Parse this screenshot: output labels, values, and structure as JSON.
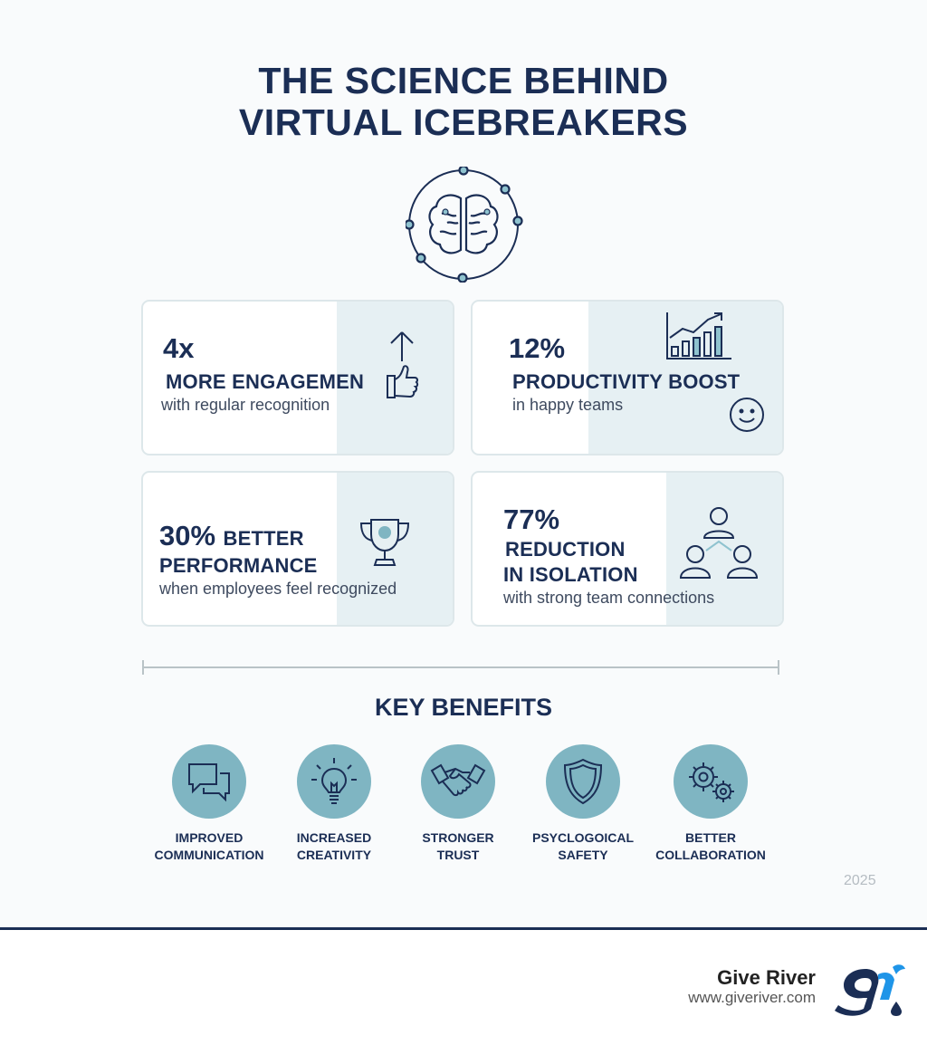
{
  "title": {
    "line1": "THE SCIENCE BEHIND",
    "line2": "VIRTUAL ICEBREAKERS"
  },
  "cards": [
    {
      "stat": "4x",
      "headline": "MORE ENGAGEMEN",
      "sub": "with regular recognition",
      "icon": "thumbs-up-icon"
    },
    {
      "stat": "12%",
      "headline": "PRODUCTIVITY BOOST",
      "sub": "in happy teams",
      "icon": "bar-chart-icon"
    },
    {
      "stat": "30%",
      "headline_inline": "BETTER",
      "headline": "PERFORMANCE",
      "sub": "when employees feel recognized",
      "icon": "trophy-icon"
    },
    {
      "stat": "77%",
      "headline": "REDUCTION",
      "headline2": "IN ISOLATION",
      "sub": "with strong team connections",
      "icon": "team-network-icon"
    }
  ],
  "key_benefits": {
    "title": "KEY BENEFITS",
    "items": [
      {
        "line1": "IMPROVED",
        "line2": "COMMUNICATION",
        "icon": "chat-bubbles-icon"
      },
      {
        "line1": "INCREASED",
        "line2": "CREATIVITY",
        "icon": "lightbulb-icon"
      },
      {
        "line1": "STRONGER",
        "line2": "TRUST",
        "icon": "handshake-icon"
      },
      {
        "line1": "PSYCLOGOICAL",
        "line2": "SAFETY",
        "icon": "shield-icon"
      },
      {
        "line1": "BETTER",
        "line2": "COLLABORATION",
        "icon": "gears-icon"
      }
    ]
  },
  "year": "2025",
  "footer": {
    "brand": "Give River",
    "url": "www.giveriver.com"
  },
  "colors": {
    "navy": "#1b2e55",
    "teal": "#7fb5c2",
    "tint": "#e6f0f3",
    "logo_blue": "#1f95e8"
  }
}
